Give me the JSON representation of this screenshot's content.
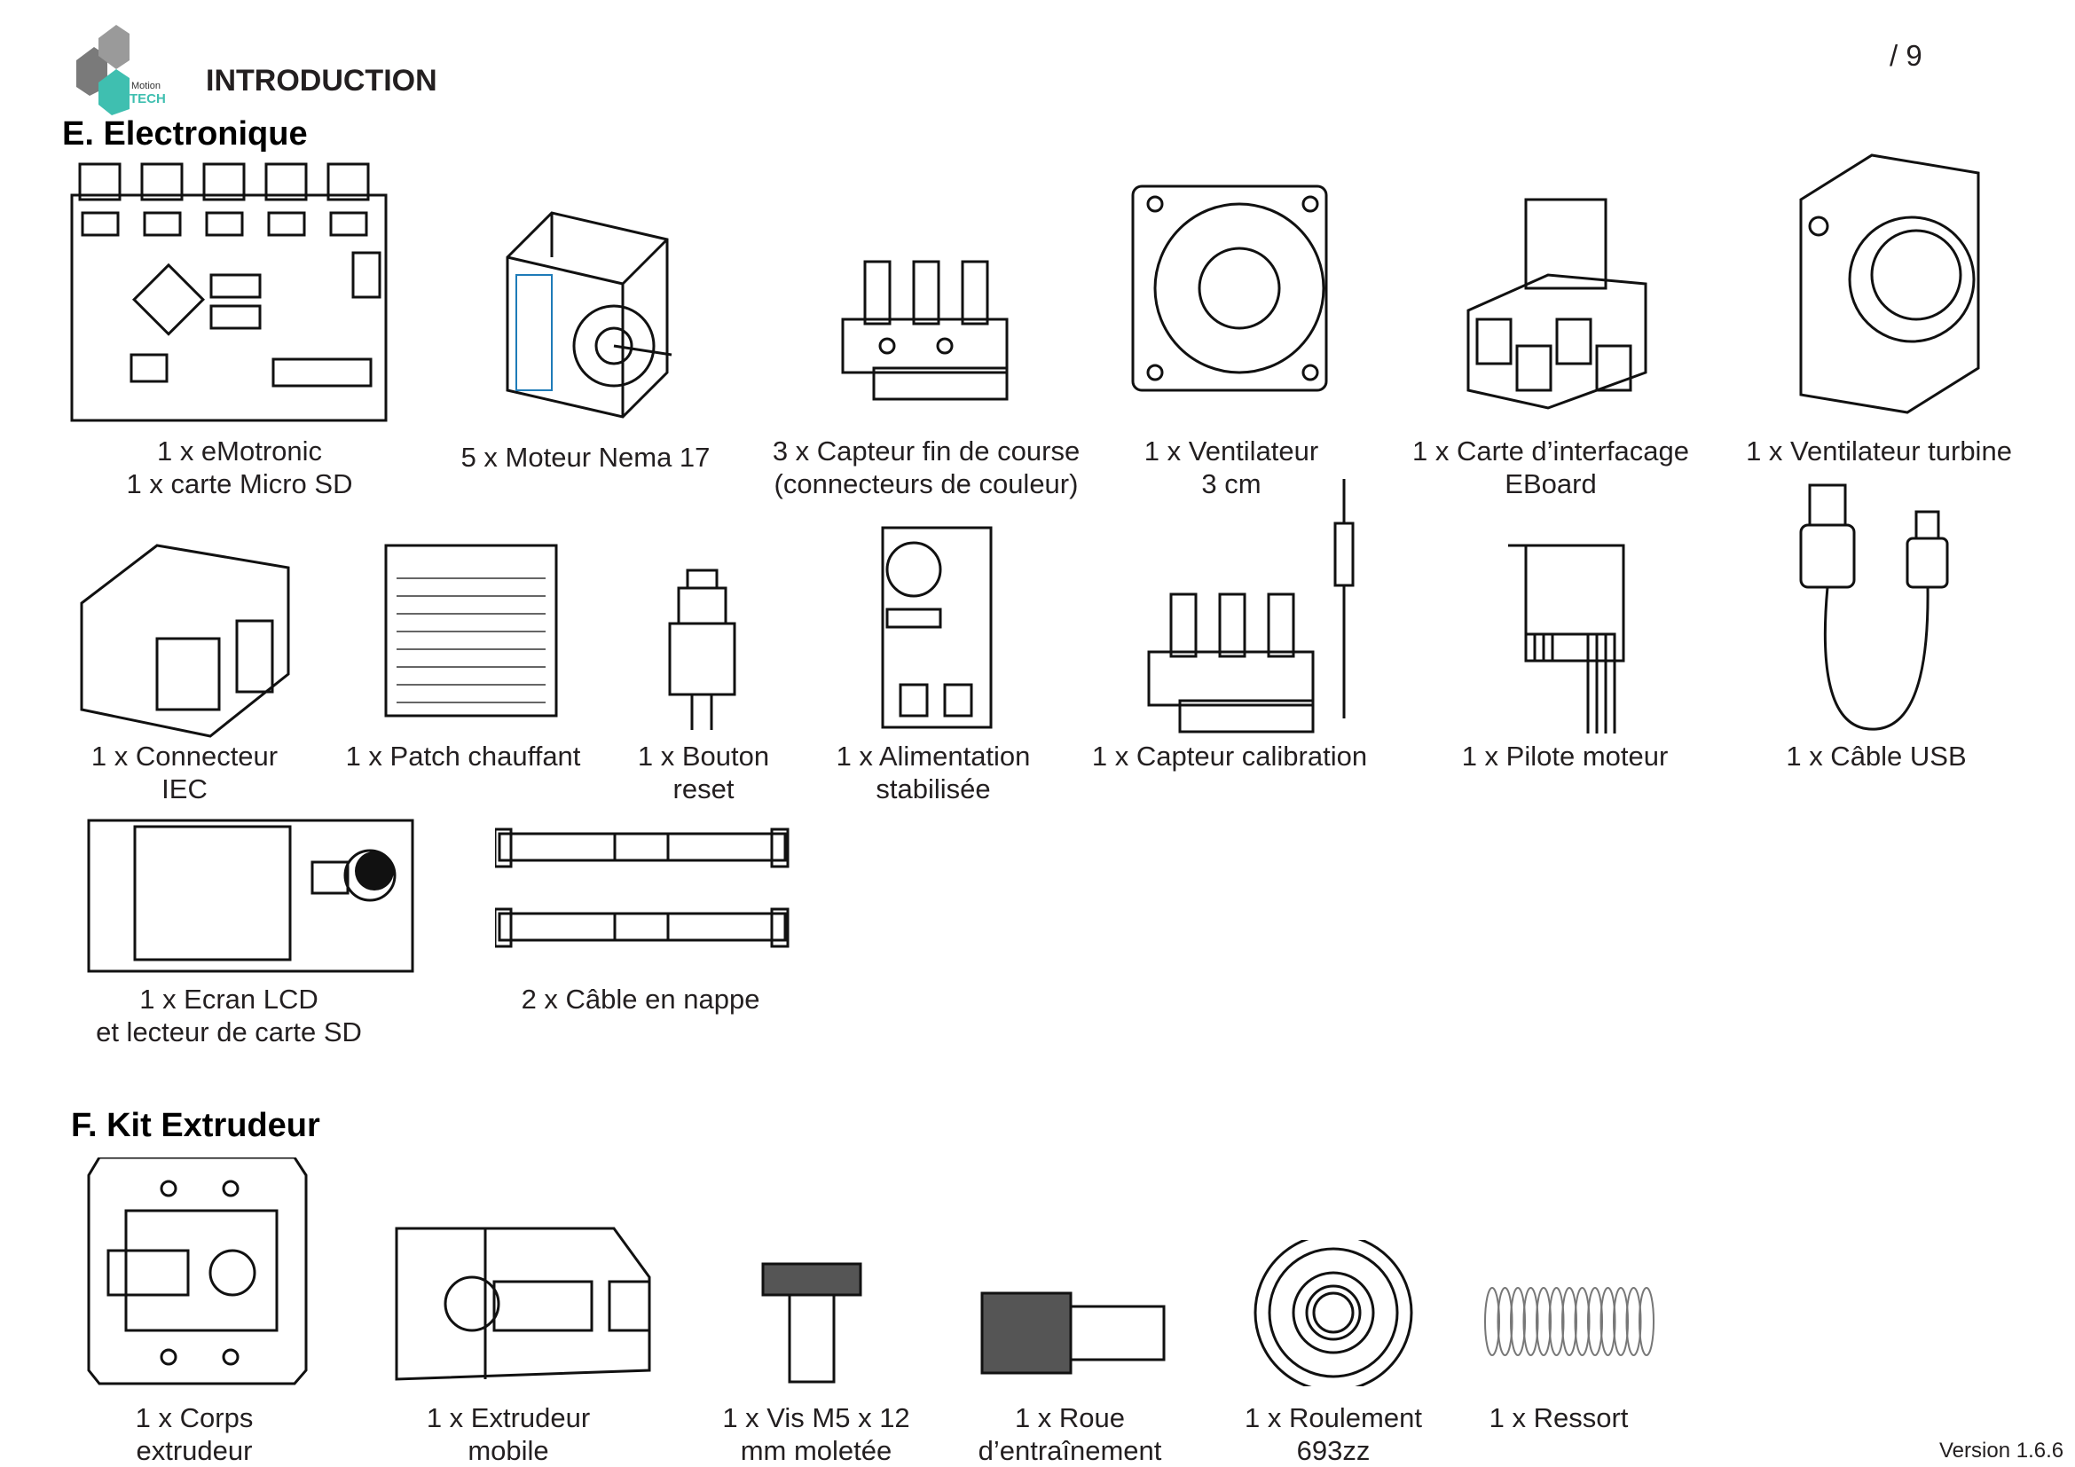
{
  "header": {
    "logo_text": [
      "Motion",
      "TECH"
    ],
    "title": "INTRODUCTION",
    "page_number": "/ 9"
  },
  "colors": {
    "logo_teal": "#3fbfb0",
    "logo_gray": "#7a7a7a",
    "text": "#231f20"
  },
  "sections": [
    {
      "title": "E. Electronique",
      "items": [
        {
          "icon": "circuit-board",
          "lines": [
            "1 x eMotronic",
            "1 x carte Micro SD"
          ]
        },
        {
          "icon": "stepper-motor",
          "lines": [
            "5 x Moteur Nema 17"
          ]
        },
        {
          "icon": "endstop-switch",
          "lines": [
            "3 x Capteur fin de course",
            "(connecteurs de couleur)"
          ]
        },
        {
          "icon": "fan",
          "lines": [
            "1 x Ventilateur",
            "3 cm"
          ]
        },
        {
          "icon": "interface-board",
          "lines": [
            "1 x Carte d’interfacage",
            "EBoard"
          ]
        },
        {
          "icon": "blower-fan",
          "lines": [
            "1 x Ventilateur turbine"
          ]
        },
        {
          "icon": "iec-connector",
          "lines": [
            "1 x Connecteur",
            "IEC"
          ]
        },
        {
          "icon": "heating-patch",
          "lines": [
            "1 x Patch chauffant"
          ]
        },
        {
          "icon": "reset-button",
          "lines": [
            "1 x Bouton",
            "reset"
          ]
        },
        {
          "icon": "power-supply",
          "lines": [
            "1 x Alimentation",
            "stabilisée"
          ]
        },
        {
          "icon": "calibration-sensor",
          "lines": [
            "1 x Capteur calibration"
          ]
        },
        {
          "icon": "motor-driver",
          "lines": [
            "1 x Pilote moteur"
          ]
        },
        {
          "icon": "usb-cable",
          "lines": [
            "1 x Câble USB"
          ]
        },
        {
          "icon": "lcd-screen",
          "lines": [
            "1 x Ecran LCD",
            "et lecteur de carte SD"
          ]
        },
        {
          "icon": "ribbon-cable",
          "lines": [
            "2 x Câble en nappe"
          ]
        }
      ]
    },
    {
      "title": "F. Kit Extrudeur",
      "items": [
        {
          "icon": "extruder-body",
          "lines": [
            "1 x Corps",
            "extrudeur"
          ]
        },
        {
          "icon": "mobile-extruder",
          "lines": [
            "1 x Extrudeur",
            "mobile"
          ]
        },
        {
          "icon": "knurled-screw",
          "lines": [
            "1 x Vis M5 x 12",
            "mm moletée"
          ]
        },
        {
          "icon": "drive-wheel",
          "lines": [
            "1 x Roue",
            "d’entraînement"
          ]
        },
        {
          "icon": "bearing",
          "lines": [
            "1 x Roulement",
            "693zz"
          ]
        },
        {
          "icon": "spring",
          "lines": [
            "1 x Ressort"
          ]
        }
      ]
    }
  ],
  "footer": {
    "version": "Version 1.6.6"
  }
}
